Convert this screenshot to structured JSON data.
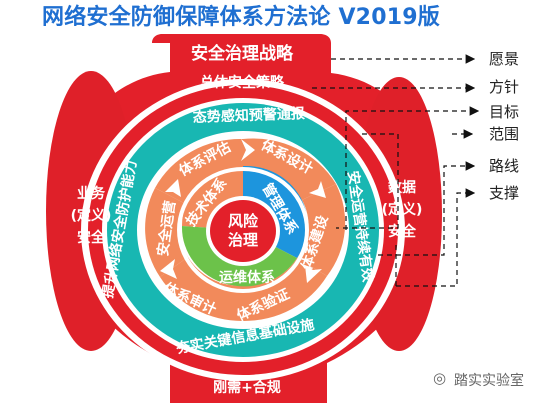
{
  "title": "网络安全防御保障体系方法论 V2019版",
  "top": {
    "strategy": "安全治理战略",
    "policy": "总体安全策略"
  },
  "bottom": {
    "requirements": "刚需+合规"
  },
  "left": {
    "business_line1": "业务",
    "business_line2": "(定义)",
    "business_line3": "安全"
  },
  "right": {
    "data_line1": "数据",
    "data_line2": "(定义)",
    "data_line3": "安全"
  },
  "ring": {
    "top": "态势感知预警通报",
    "left": "提升网络安全防护能力",
    "right": "安全运营持续有效",
    "bottom": "夯实关键信息基础设施"
  },
  "sectors": {
    "assessment": "体系评估",
    "design": "体系设计",
    "construction": "体系建设",
    "verification": "体系验证",
    "audit": "体系审计",
    "operation": "安全运营"
  },
  "inner": {
    "technology": "技术体系",
    "management": "管理体系",
    "operation": "运维体系"
  },
  "center": {
    "line1": "风险",
    "line2": "治理"
  },
  "labels": [
    "愿景",
    "方针",
    "目标",
    "范围",
    "路线",
    "支撑"
  ],
  "watermark": "踏实实验室",
  "colors": {
    "red": "#e3202a",
    "dark_red": "#c81d25",
    "teal": "#18b7b2",
    "orange": "#f28a5b",
    "blue": "#1d95dd",
    "green": "#6cc24a",
    "title_blue": "#1f6fd1",
    "white": "#ffffff"
  }
}
